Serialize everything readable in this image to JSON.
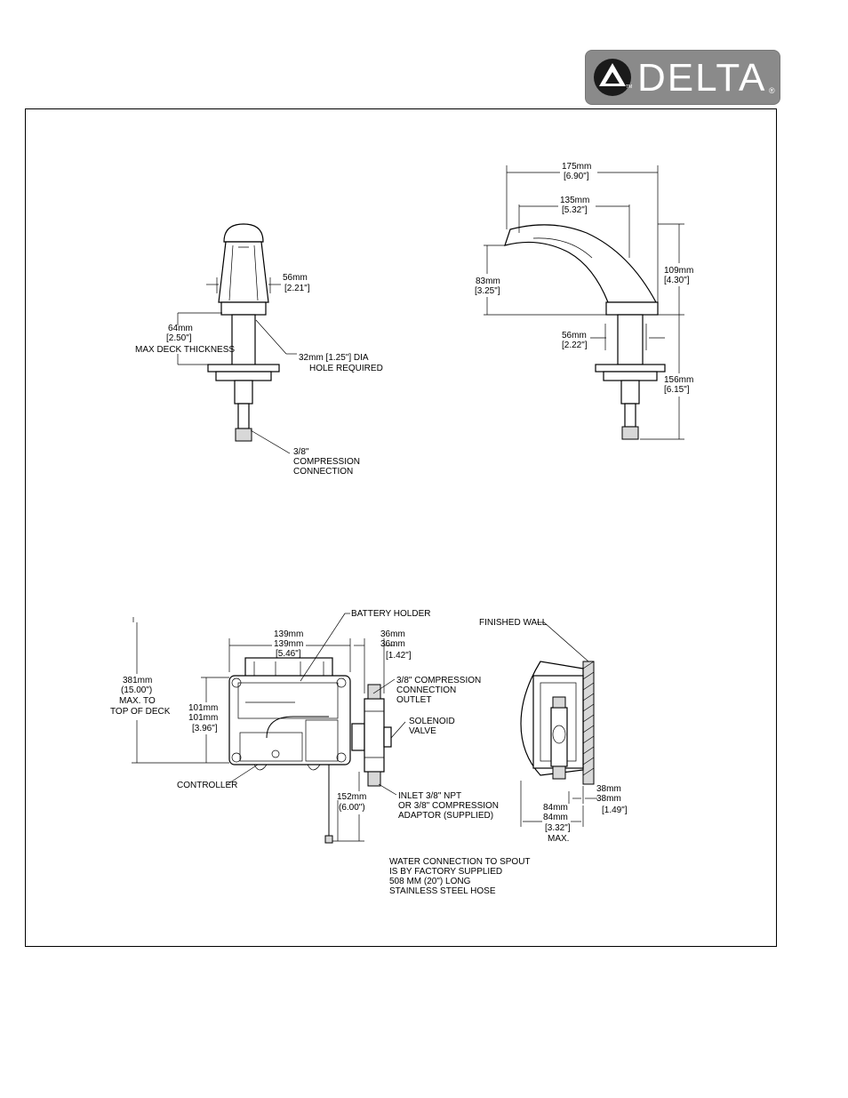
{
  "brand": {
    "name": "DELTA",
    "trademark": "TM",
    "registered": "®"
  },
  "labels": {
    "front_56": "56mm",
    "front_56_in": "[2.21\"]",
    "deck_64": "64mm",
    "deck_64_in": "[2.50\"]",
    "deck_max": "MAX DECK THICKNESS",
    "hole_1": "32mm [1.25\"] DIA",
    "hole_2": "HOLE REQUIRED",
    "comp_1": "3/8\"",
    "comp_2": "COMPRESSION",
    "comp_3": "CONNECTION",
    "side_175": "175mm",
    "side_175_in": "[6.90\"]",
    "side_135": "135mm",
    "side_135_in": "[5.32\"]",
    "side_83": "83mm",
    "side_83_in": "[3.25\"]",
    "side_109": "109mm",
    "side_109_in": "[4.30\"]",
    "side_56": "56mm",
    "side_56_in": "[2.22\"]",
    "side_156": "156mm",
    "side_156_in": "[6.15\"]",
    "batt_holder": "BATTERY HOLDER",
    "ctrl_139a": "139mm",
    "ctrl_139b": "139mm",
    "ctrl_139_in": "[5.46\"]",
    "ctrl_36a": "36mm",
    "ctrl_36b": "36mm",
    "ctrl_36_in": "[1.42\"]",
    "outlet_1": "3/8\" COMPRESSION",
    "outlet_2": "CONNECTION",
    "outlet_3": "OUTLET",
    "sol_1": "SOLENOID",
    "sol_2": "VALVE",
    "h381_1": "381mm",
    "h381_2": "(15.00\")",
    "h381_3": "MAX. TO",
    "h381_4": "TOP OF DECK",
    "h101a": "101mm",
    "h101b": "101mm",
    "h101_in": "[3.96\"]",
    "controller": "CONTROLLER",
    "h152": "152mm",
    "h152_in": "(6.00\")",
    "inlet_1": "INLET 3/8\" NPT",
    "inlet_2": "OR 3/8\" COMPRESSION",
    "inlet_3": "ADAPTOR (SUPPLIED)",
    "wall": "FINISHED WALL",
    "w38a": "38mm",
    "w38b": "38mm",
    "w38_in": "[1.49\"]",
    "w84a": "84mm",
    "w84b": "84mm",
    "w84_in": "[3.32\"]",
    "w84_max": "MAX.",
    "note_1": "WATER CONNECTION TO SPOUT",
    "note_2": "IS BY FACTORY SUPPLIED",
    "note_3": "508 MM (20\") LONG",
    "note_4": "STAINLESS STEEL HOSE"
  }
}
